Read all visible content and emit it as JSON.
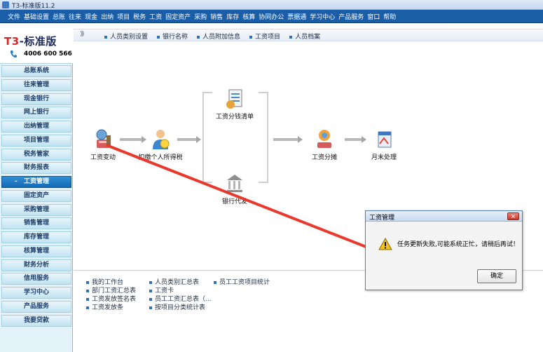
{
  "window": {
    "title": "T3-标准版11.2"
  },
  "menu": [
    "文件",
    "基础设置",
    "总账",
    "往来",
    "现金",
    "出纳",
    "项目",
    "税务",
    "工资",
    "固定资产",
    "采购",
    "销售",
    "库存",
    "核算",
    "协同办公",
    "票据通",
    "学习中心",
    "产品服务",
    "窗口",
    "帮助"
  ],
  "logo": {
    "brand_prefix": "T3",
    "brand_suffix": "-标准版",
    "phone": "4006 600 566"
  },
  "nav": [
    {
      "label": "总账系统"
    },
    {
      "label": "往来管理"
    },
    {
      "label": "现金银行"
    },
    {
      "label": "网上银行"
    },
    {
      "label": "出纳管理"
    },
    {
      "label": "项目管理"
    },
    {
      "label": "税务管家"
    },
    {
      "label": "财务报表"
    },
    {
      "label": "工资管理",
      "prefix": "-"
    },
    {
      "label": "固定资产"
    },
    {
      "label": "采购管理"
    },
    {
      "label": "销售管理"
    },
    {
      "label": "库存管理"
    },
    {
      "label": "核算管理"
    },
    {
      "label": "财务分析"
    },
    {
      "label": "信用服务"
    },
    {
      "label": "学习中心"
    },
    {
      "label": "产品服务"
    },
    {
      "label": "我要贷款"
    }
  ],
  "quicklinks": [
    "人员类别设置",
    "银行名称",
    "人员附加信息",
    "工资项目",
    "人员档案"
  ],
  "flow": {
    "change": "工资变动",
    "tax": "扣缴个人所得税",
    "list": "工资分钱清单",
    "bank": "银行代发",
    "allocate": "工资分摊",
    "monthend": "月末处理"
  },
  "bottom_links": {
    "col1": [
      "我的工作台",
      "部门工资汇总表",
      "工资发放签名表",
      "工资发放条"
    ],
    "col2": [
      "人员类别汇总表",
      "工资卡",
      "员工工资汇总表（...",
      "按项目分类统计表"
    ],
    "col3": [
      "员工工资项目统计"
    ]
  },
  "dialog": {
    "title": "工资管理",
    "message": "任务更新失败,可能系统正忙，请稍后再试！",
    "ok": "确定",
    "close": "×"
  }
}
